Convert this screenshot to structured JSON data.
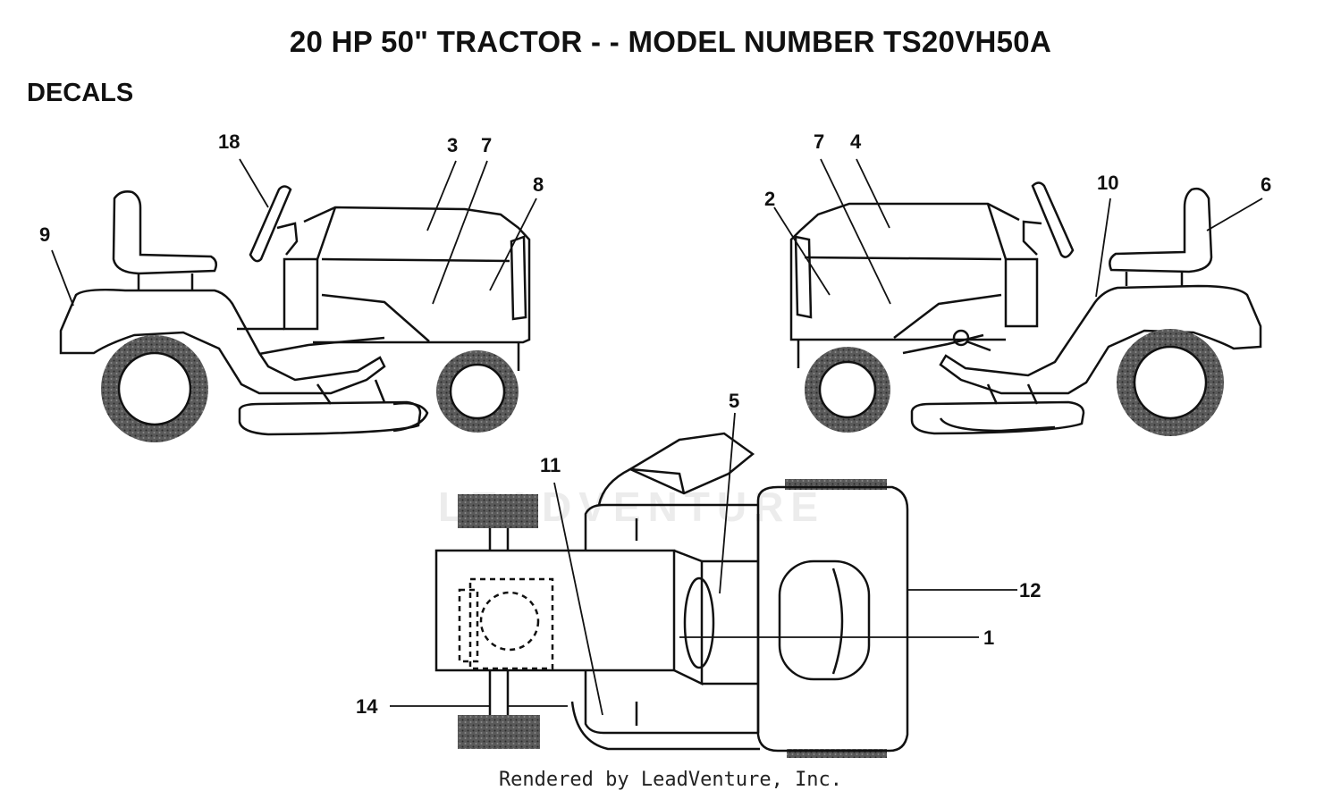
{
  "title": "20 HP 50\" TRACTOR - - MODEL NUMBER TS20VH50A",
  "section_title": "DECALS",
  "watermark": "LEADVENTURE",
  "footer": "Rendered by LeadVenture, Inc.",
  "callouts": {
    "left_view": [
      "18",
      "3",
      "7",
      "8",
      "9"
    ],
    "right_view": [
      "7",
      "4",
      "2",
      "10",
      "6"
    ],
    "top_view": [
      "5",
      "11",
      "12",
      "1",
      "14"
    ]
  },
  "colors": {
    "line": "#111111",
    "tire": "#555555"
  }
}
